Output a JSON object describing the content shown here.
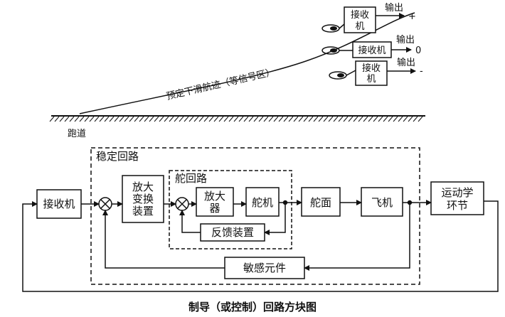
{
  "top_scene": {
    "path_label": "预定下滑航迹（等信号区）",
    "runway_label": "跑道",
    "receivers": [
      {
        "box_label_line1": "接收",
        "box_label_line2": "机",
        "output_label": "输出",
        "output_symbol": "+"
      },
      {
        "box_label_line1": "接收机",
        "box_label_line2": "",
        "output_label": "输出",
        "output_symbol": "0"
      },
      {
        "box_label_line1": "接收",
        "box_label_line2": "机",
        "output_label": "输出",
        "output_symbol": "-"
      }
    ]
  },
  "block_diagram": {
    "stability_loop_label": "稳定回路",
    "rudder_loop_label": "舵回路",
    "blocks": {
      "receiver": "接收机",
      "amplifier_converter_line1": "放大",
      "amplifier_converter_line2": "变换",
      "amplifier_converter_line3": "装置",
      "amplifier_line1": "放大",
      "amplifier_line2": "器",
      "servo": "舵机",
      "feedback_device": "反馈装置",
      "control_surface": "舵面",
      "aircraft": "飞机",
      "kinematic_line1": "运动学",
      "kinematic_line2": "环节",
      "sensor": "敏感元件"
    }
  },
  "caption": "制导（或控制）回路方块图"
}
